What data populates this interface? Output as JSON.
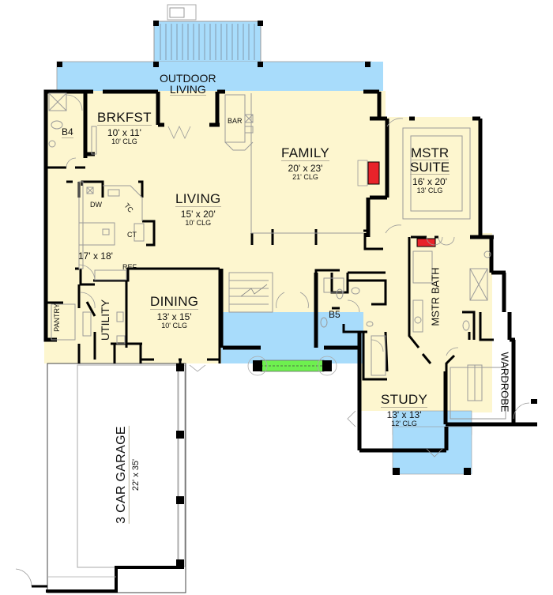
{
  "colors": {
    "interior": "#fdf6cf",
    "patio": "#a8dcfb",
    "wall": "#000000",
    "fireplace": "#e8232a",
    "walkway": "#6ef04f",
    "garage": "#ffffff",
    "fixture_line": "#9a9a9a"
  },
  "rooms": {
    "outdoor_living": {
      "name_line1": "OUTDOOR",
      "name_line2": "LIVING"
    },
    "brkfst": {
      "name": "BRKFST",
      "dim": "10' x 11'",
      "clg": "10' CLG"
    },
    "b4": {
      "name": "B4"
    },
    "bar": {
      "name": "BAR"
    },
    "family": {
      "name": "FAMILY",
      "dim": "20' x 23'",
      "clg": "21' CLG"
    },
    "mstr_suite": {
      "name_line1": "MSTR",
      "name_line2": "SUITE",
      "dim": "16' x 20'",
      "clg": "13' CLG"
    },
    "living": {
      "name": "LIVING",
      "dim": "15' x 20'",
      "clg": "10' CLG"
    },
    "kitchen": {
      "dim": "17' x 18'",
      "dw": "DW",
      "tc": "TC",
      "ct": "CT",
      "ref": "REF"
    },
    "dining": {
      "name": "DINING",
      "dim": "13' x 15'",
      "clg": "10' CLG"
    },
    "pantry": {
      "name": "PANTRY"
    },
    "utility": {
      "name": "UTILITY"
    },
    "b5": {
      "name": "B5"
    },
    "mstr_bath": {
      "name": "MSTR BATH"
    },
    "wardrobe": {
      "name": "WARDROBE"
    },
    "study": {
      "name": "STUDY",
      "dim": "13' x 13'",
      "clg": "12' CLG"
    },
    "garage": {
      "name": "3 CAR GARAGE",
      "dim": "22' x 35'"
    }
  }
}
